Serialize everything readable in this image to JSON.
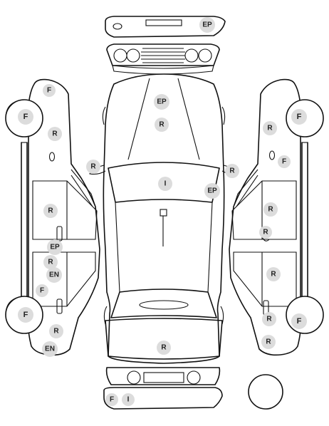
{
  "diagram": {
    "views": [
      "front-bumper",
      "rear-bumper",
      "top",
      "left-side",
      "right-side"
    ],
    "markers": [
      {
        "id": "front-bumper-ep",
        "code": "EP",
        "part": "front-bumper"
      },
      {
        "id": "hood-ep",
        "code": "EP",
        "part": "hood"
      },
      {
        "id": "hood-r",
        "code": "R",
        "part": "hood"
      },
      {
        "id": "left-mirror-r",
        "code": "R",
        "part": "left-mirror"
      },
      {
        "id": "right-mirror-r",
        "code": "R",
        "part": "right-mirror"
      },
      {
        "id": "windshield-i",
        "code": "I",
        "part": "windshield"
      },
      {
        "id": "a-pillar-ep",
        "code": "EP",
        "part": "right-a-pillar"
      },
      {
        "id": "trunk-r",
        "code": "R",
        "part": "trunk"
      },
      {
        "id": "rear-bumper-f",
        "code": "F",
        "part": "rear-bumper"
      },
      {
        "id": "rear-bumper-i",
        "code": "I",
        "part": "rear-bumper"
      },
      {
        "id": "left-front-fender-f",
        "code": "F",
        "part": "left-front-fender"
      },
      {
        "id": "left-front-wheel-f",
        "code": "F",
        "part": "left-front-wheel"
      },
      {
        "id": "left-front-fender-r",
        "code": "R",
        "part": "left-front-fender"
      },
      {
        "id": "left-front-door-r",
        "code": "R",
        "part": "left-front-door"
      },
      {
        "id": "left-pillar-ep",
        "code": "EP",
        "part": "left-b-pillar"
      },
      {
        "id": "left-rear-door-r",
        "code": "R",
        "part": "left-rear-door"
      },
      {
        "id": "left-rear-door-en",
        "code": "EN",
        "part": "left-rear-door"
      },
      {
        "id": "left-rear-quarter-f",
        "code": "F",
        "part": "left-rear-quarter"
      },
      {
        "id": "left-rear-wheel-f",
        "code": "F",
        "part": "left-rear-wheel"
      },
      {
        "id": "left-rear-quarter-r",
        "code": "R",
        "part": "left-rear-quarter"
      },
      {
        "id": "left-rear-quarter-en",
        "code": "EN",
        "part": "left-rear-quarter"
      },
      {
        "id": "right-front-wheel-f",
        "code": "F",
        "part": "right-front-wheel"
      },
      {
        "id": "right-front-fender-r",
        "code": "R",
        "part": "right-front-fender"
      },
      {
        "id": "right-front-fender-f",
        "code": "F",
        "part": "right-front-fender"
      },
      {
        "id": "right-front-door-r",
        "code": "R",
        "part": "right-front-door"
      },
      {
        "id": "right-front-door-r2",
        "code": "R",
        "part": "right-front-door"
      },
      {
        "id": "right-rear-door-r",
        "code": "R",
        "part": "right-rear-door"
      },
      {
        "id": "right-rear-quarter-r",
        "code": "R",
        "part": "right-rear-quarter"
      },
      {
        "id": "right-rear-wheel-f",
        "code": "F",
        "part": "right-rear-wheel"
      },
      {
        "id": "right-rear-quarter-r2",
        "code": "R",
        "part": "right-rear-quarter"
      }
    ]
  }
}
